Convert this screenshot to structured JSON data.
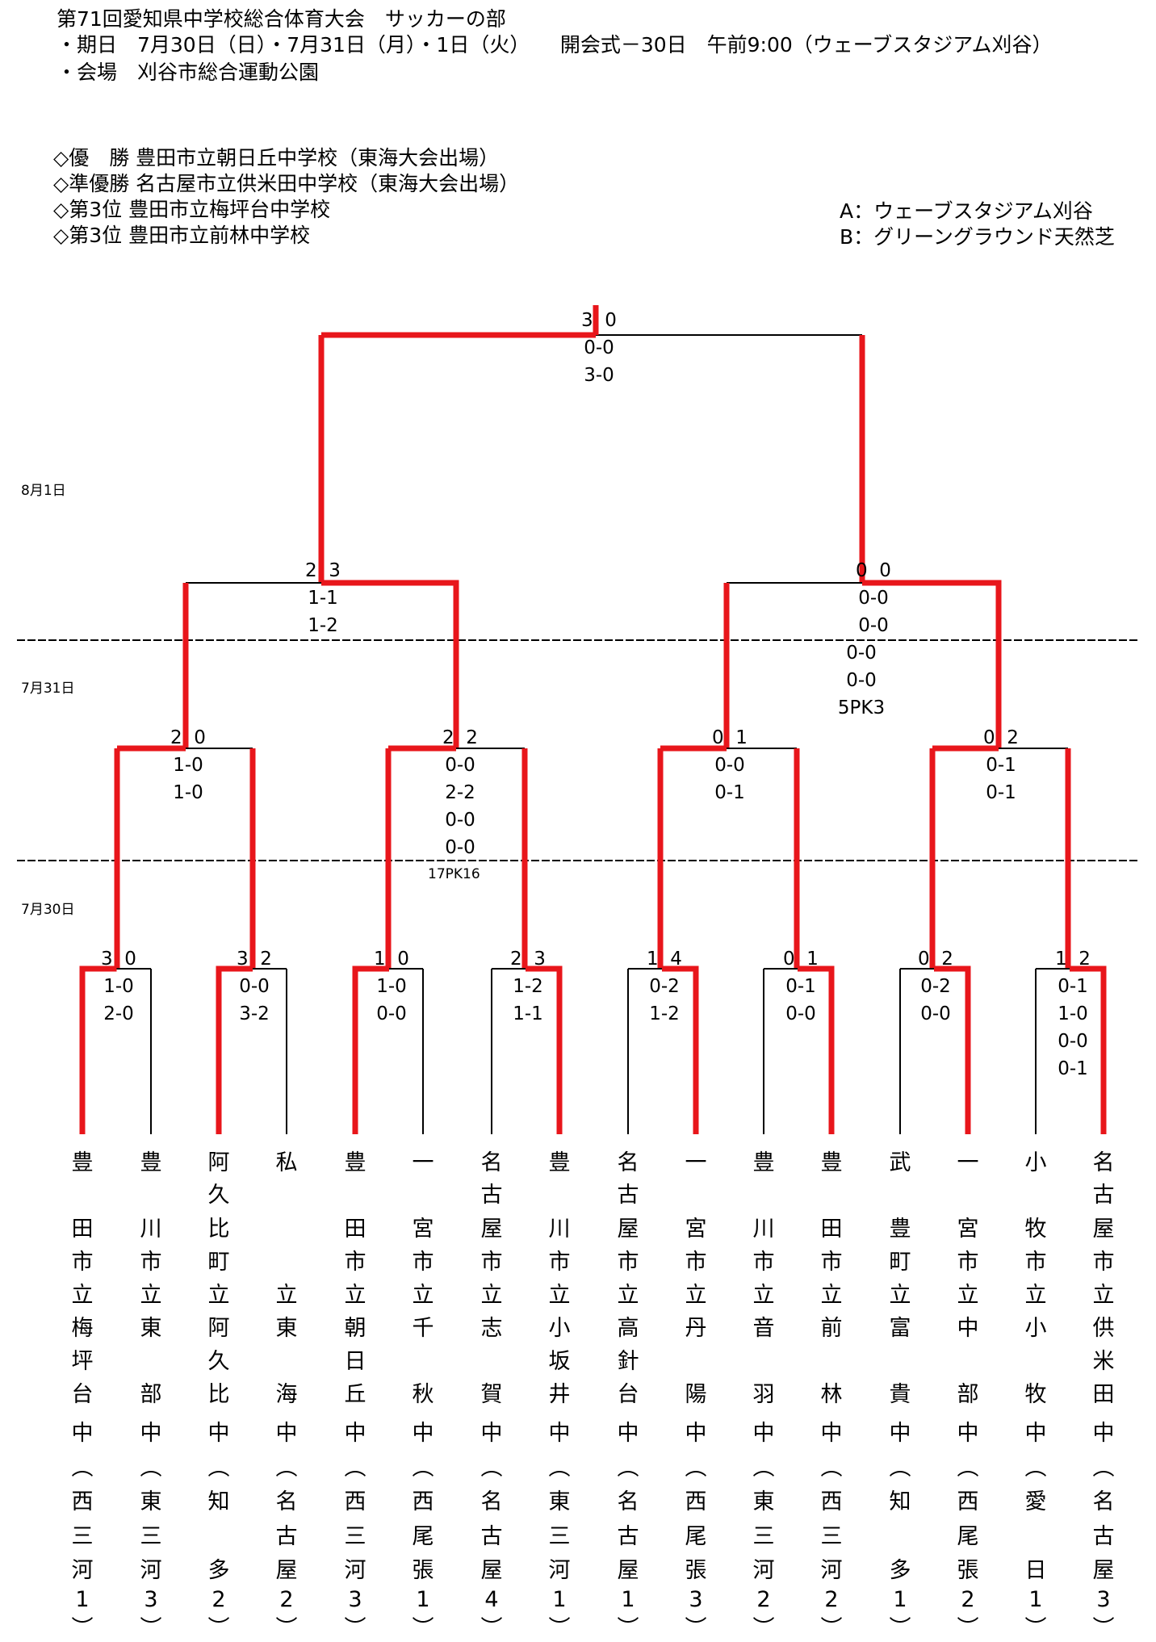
{
  "header": {
    "title": "第71回愛知県中学校総合体育大会　サッカーの部",
    "dates": "・期日　7月30日（日）・7月31日（月）・1日（火）　　開会式－30日　午前9:00（ウェーブスタジアム刈谷）",
    "venue": "・会場　刈谷市総合運動公園"
  },
  "results": [
    "◇優　勝 豊田市立朝日丘中学校（東海大会出場）",
    "◇準優勝 名古屋市立供米田中学校（東海大会出場）",
    "◇第3位 豊田市立梅坪台中学校",
    "◇第3位 豊田市立前林中学校"
  ],
  "legend": {
    "a": "A：ウェーブスタジアム刈谷",
    "b": "B：グリーングラウンド天然芝"
  },
  "day_labels": {
    "aug1": "8月1日",
    "jul31": "7月31日",
    "jul30": "7月30日"
  },
  "colors": {
    "winner_line": "#e8161b",
    "line": "#000000"
  },
  "matches": {
    "final": [
      "3  0",
      "0-0",
      "3-0"
    ],
    "sf1": [
      "2  3",
      "1-1",
      "1-2"
    ],
    "sf2": [
      "0  0",
      "0-0",
      "0-0",
      "0-0",
      "0-0",
      "5PK3"
    ],
    "qf1": [
      "2  0",
      "1-0",
      "1-0"
    ],
    "qf2": [
      "2  2",
      "0-0",
      "2-2",
      "0-0",
      "0-0"
    ],
    "qf2_pk": "17PK16",
    "qf3": [
      "0  1",
      "0-0",
      "0-1"
    ],
    "qf4": [
      "0  2",
      "0-1",
      "0-1"
    ],
    "r1_1": [
      "3  0",
      "1-0",
      "2-0"
    ],
    "r1_2": [
      "3  2",
      "0-0",
      "3-2"
    ],
    "r1_3": [
      "1  0",
      "1-0",
      "0-0"
    ],
    "r1_4": [
      "2  3",
      "1-2",
      "1-1"
    ],
    "r1_5": [
      "1  4",
      "0-2",
      "1-2"
    ],
    "r1_6": [
      "0  1",
      "0-1",
      "0-0"
    ],
    "r1_7": [
      "0  2",
      "0-2",
      "0-0"
    ],
    "r1_8": [
      "1  2",
      "0-1",
      "1-0",
      "0-0",
      "0-1"
    ]
  },
  "teams": [
    {
      "city": [
        "豊",
        "",
        "田",
        "市",
        "立"
      ],
      "school": [
        "梅",
        "坪",
        "台"
      ],
      "region": [
        "中",
        "︵",
        "西",
        "三",
        "河",
        "1",
        "︶"
      ]
    },
    {
      "city": [
        "豊",
        "",
        "川",
        "市",
        "立"
      ],
      "school": [
        "東",
        "",
        "部"
      ],
      "region": [
        "中",
        "︵",
        "東",
        "三",
        "河",
        "3",
        "︶"
      ]
    },
    {
      "city": [
        "阿",
        "久",
        "比",
        "町",
        "立"
      ],
      "school": [
        "阿",
        "久",
        "比"
      ],
      "region": [
        "中",
        "︵",
        "知",
        "",
        "多",
        "2",
        "︶"
      ]
    },
    {
      "city": [
        "私",
        "",
        "",
        "",
        "立"
      ],
      "school": [
        "東",
        "",
        "海"
      ],
      "region": [
        "中",
        "︵",
        "名",
        "古",
        "屋",
        "2",
        "︶"
      ]
    },
    {
      "city": [
        "豊",
        "",
        "田",
        "市",
        "立"
      ],
      "school": [
        "朝",
        "日",
        "丘"
      ],
      "region": [
        "中",
        "︵",
        "西",
        "三",
        "河",
        "3",
        "︶"
      ]
    },
    {
      "city": [
        "一",
        "",
        "宮",
        "市",
        "立"
      ],
      "school": [
        "千",
        "",
        "秋"
      ],
      "region": [
        "中",
        "︵",
        "西",
        "尾",
        "張",
        "1",
        "︶"
      ]
    },
    {
      "city": [
        "名",
        "古",
        "屋",
        "市",
        "立"
      ],
      "school": [
        "志",
        "",
        "賀"
      ],
      "region": [
        "中",
        "︵",
        "名",
        "古",
        "屋",
        "4",
        "︶"
      ]
    },
    {
      "city": [
        "豊",
        "",
        "川",
        "市",
        "立"
      ],
      "school": [
        "小",
        "坂",
        "井"
      ],
      "region": [
        "中",
        "︵",
        "東",
        "三",
        "河",
        "1",
        "︶"
      ]
    },
    {
      "city": [
        "名",
        "古",
        "屋",
        "市",
        "立"
      ],
      "school": [
        "高",
        "針",
        "台"
      ],
      "region": [
        "中",
        "︵",
        "名",
        "古",
        "屋",
        "1",
        "︶"
      ]
    },
    {
      "city": [
        "一",
        "",
        "宮",
        "市",
        "立"
      ],
      "school": [
        "丹",
        "",
        "陽"
      ],
      "region": [
        "中",
        "︵",
        "西",
        "尾",
        "張",
        "3",
        "︶"
      ]
    },
    {
      "city": [
        "豊",
        "",
        "川",
        "市",
        "立"
      ],
      "school": [
        "音",
        "",
        "羽"
      ],
      "region": [
        "中",
        "︵",
        "東",
        "三",
        "河",
        "2",
        "︶"
      ]
    },
    {
      "city": [
        "豊",
        "",
        "田",
        "市",
        "立"
      ],
      "school": [
        "前",
        "",
        "林"
      ],
      "region": [
        "中",
        "︵",
        "西",
        "三",
        "河",
        "2",
        "︶"
      ]
    },
    {
      "city": [
        "武",
        "",
        "豊",
        "町",
        "立"
      ],
      "school": [
        "富",
        "",
        "貴"
      ],
      "region": [
        "中",
        "︵",
        "知",
        "",
        "多",
        "1",
        "︶"
      ]
    },
    {
      "city": [
        "一",
        "",
        "宮",
        "市",
        "立"
      ],
      "school": [
        "中",
        "",
        "部"
      ],
      "region": [
        "中",
        "︵",
        "西",
        "尾",
        "張",
        "2",
        "︶"
      ]
    },
    {
      "city": [
        "小",
        "",
        "牧",
        "市",
        "立"
      ],
      "school": [
        "小",
        "",
        "牧"
      ],
      "region": [
        "中",
        "︵",
        "愛",
        "",
        "日",
        "1",
        "︶"
      ]
    },
    {
      "city": [
        "名",
        "古",
        "屋",
        "市",
        "立"
      ],
      "school": [
        "供",
        "米",
        "田"
      ],
      "region": [
        "中",
        "︵",
        "名",
        "古",
        "屋",
        "3",
        "︶"
      ]
    }
  ]
}
